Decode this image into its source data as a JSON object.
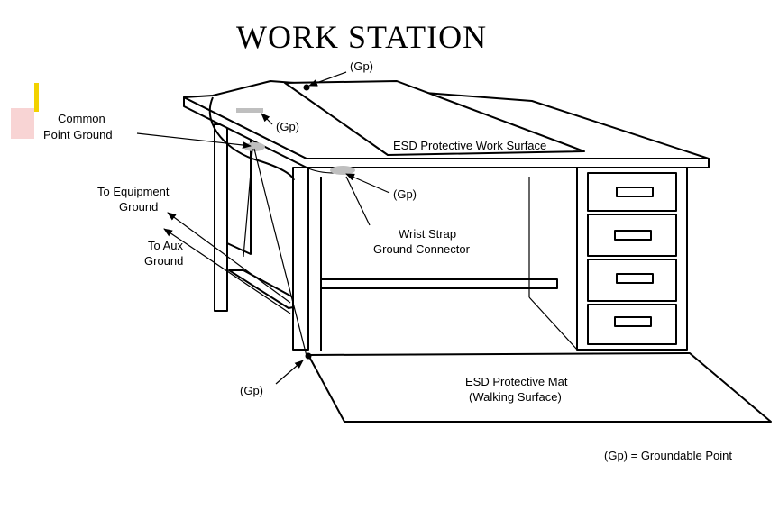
{
  "title": "WORK STATION",
  "labels": {
    "gp_top": "(Gp)",
    "gp_mid": "(Gp)",
    "gp_right": "(Gp)",
    "gp_bottom": "(Gp)",
    "common_point_ground_1": "Common",
    "common_point_ground_2": "Point Ground",
    "work_surface": "ESD Protective Work Surface",
    "equipment_ground_1": "To Equipment",
    "equipment_ground_2": "Ground",
    "aux_ground_1": "To Aux",
    "aux_ground_2": "Ground",
    "wrist_strap_1": "Wrist Strap",
    "wrist_strap_2": "Ground Connector",
    "mat_1": "ESD Protective Mat",
    "mat_2": "(Walking Surface)",
    "legend": "(Gp) = Groundable Point"
  },
  "colors": {
    "line": "#000000",
    "connector_gray": "#bfbfbf",
    "accent_yellow": "#f2d200",
    "accent_pink": "#f3b8b8"
  }
}
